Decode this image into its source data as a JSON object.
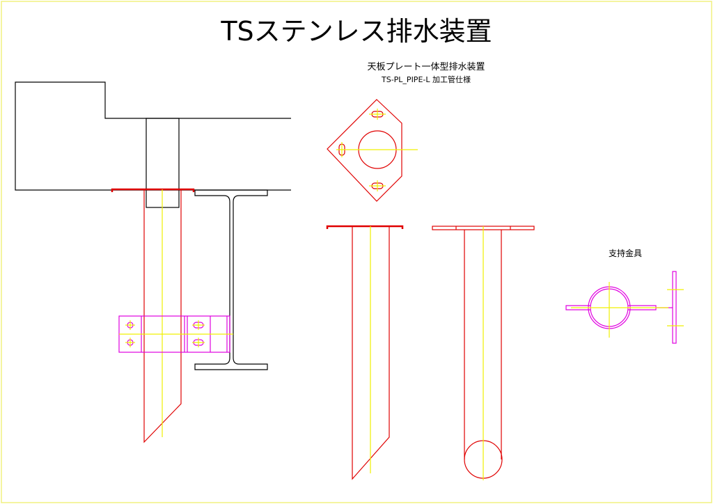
{
  "title": "TSステンレス排水装置",
  "product": {
    "name": "天板プレート一体型排水装置",
    "model": "TS-PL_PIPE-L 加工管仕様"
  },
  "support_label": "支持金具",
  "colors": {
    "outline": "#000000",
    "pipe": "#e00000",
    "center": "#f0f000",
    "bracket": "#e000e0",
    "border": "#f0f080"
  }
}
